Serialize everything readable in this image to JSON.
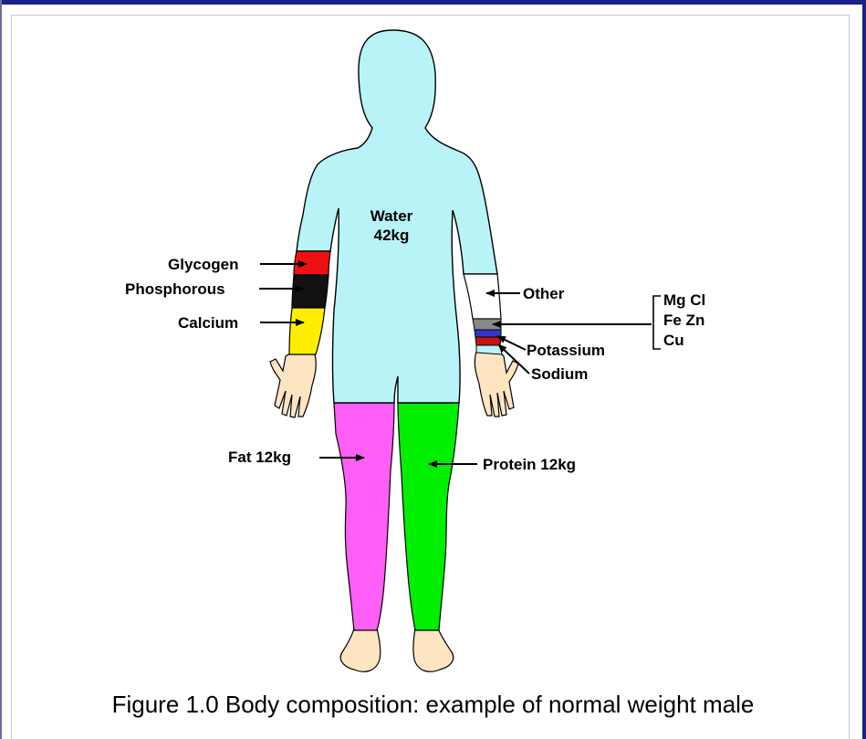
{
  "labels": {
    "water": "Water",
    "water_amount": "42kg",
    "glycogen": "Glycogen",
    "phosphorous": "Phosphorous",
    "calcium": "Calcium",
    "other": "Other",
    "trace_line1": "Mg Cl",
    "trace_line2": "Fe Zn",
    "trace_line3": "Cu",
    "potassium": "Potassium",
    "sodium": "Sodium",
    "fat": "Fat 12kg",
    "protein": "Protein 12kg"
  },
  "caption": "Figure 1.0 Body composition: example of normal weight male",
  "colors": {
    "water": "#b8f4f7",
    "fat": "#ff5ef7",
    "protein": "#00ee00",
    "glycogen": "#ee1111",
    "phosphorous": "#111111",
    "calcium": "#ffee00",
    "other": "#ffffff",
    "trace": "#888888",
    "potassium": "#3333cc",
    "sodium": "#cc1111",
    "skin": "#fde5c2",
    "frame": "#1a1f8a"
  }
}
